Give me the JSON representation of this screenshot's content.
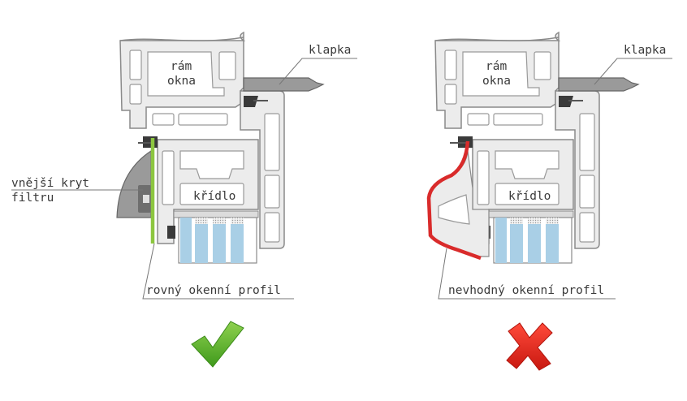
{
  "left_panel": {
    "label_frame_line1": "rám",
    "label_frame_line2": "okna",
    "label_flap": "klapka",
    "label_sash": "křídlo",
    "label_cover_line1": "vnější kryt",
    "label_cover_line2": "filtru",
    "label_profile": "rovný okenní profil",
    "verdict_icon": "check-mark-icon",
    "profile_color": "#8cc63f"
  },
  "right_panel": {
    "label_frame_line1": "rám",
    "label_frame_line2": "okna",
    "label_flap": "klapka",
    "label_sash": "křídlo",
    "label_profile": "nevhodný okenní profil",
    "verdict_icon": "cross-mark-icon",
    "profile_color": "#d92b2b"
  },
  "colors": {
    "profile_fill": "#e9e9e9",
    "profile_stroke": "#8a8a8a",
    "glass": "#a9cfe6",
    "check": "#5aa82a",
    "cross": "#e0261d"
  }
}
